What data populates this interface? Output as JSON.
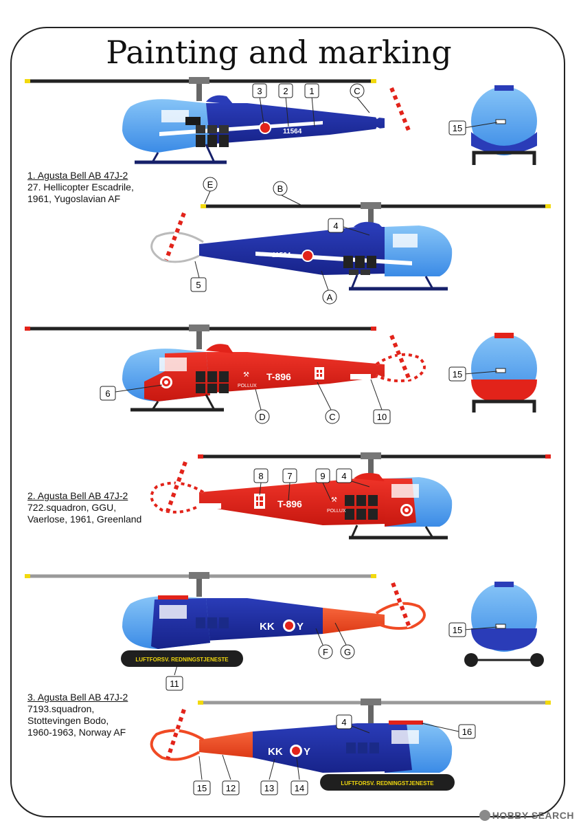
{
  "title": "Painting and marking",
  "schemes": [
    {
      "name": "1. Agusta Bell AB 47J-2",
      "lines": [
        "27. Hellicopter Escadrile,",
        "1961, Yugoslavian AF"
      ]
    },
    {
      "name": "2. Agusta Bell AB 47J-2",
      "lines": [
        "722.squadron, GGU,",
        "Vaerlose, 1961, Greenland"
      ]
    },
    {
      "name": "3. Agusta Bell AB 47J-2",
      "lines": [
        "7193.squadron,",
        "Stottevingen Bodo,",
        "1960-1963, Norway AF"
      ]
    }
  ],
  "markings": {
    "serial_yugo": "11564",
    "serial_dk": "T-896",
    "name_dk": "POLLUX",
    "code_nor": "KK",
    "code_nor_end": "Y",
    "float_text": "LUFTFORSV. REDNINGSTJENESTE"
  },
  "callouts": {
    "c1": "1",
    "c2": "2",
    "c3": "3",
    "c4": "4",
    "c5": "5",
    "c6": "6",
    "c7": "7",
    "c8": "8",
    "c9": "9",
    "c10": "10",
    "c11": "11",
    "c12": "12",
    "c13": "13",
    "c14": "14",
    "c15": "15",
    "c16": "16",
    "cA": "A",
    "cB": "B",
    "cC": "C",
    "cD": "D",
    "cE": "E",
    "cF": "F",
    "cG": "G"
  },
  "watermark": "HOBBY SEARCH",
  "colors": {
    "blue_light": "#5aa9f0",
    "blue_dark": "#1f2fa0",
    "red": "#e2231a",
    "orange": "#f04a24",
    "rotor": "#222222",
    "rotor_grey": "#9a9a9a",
    "skid": "#16206a"
  }
}
